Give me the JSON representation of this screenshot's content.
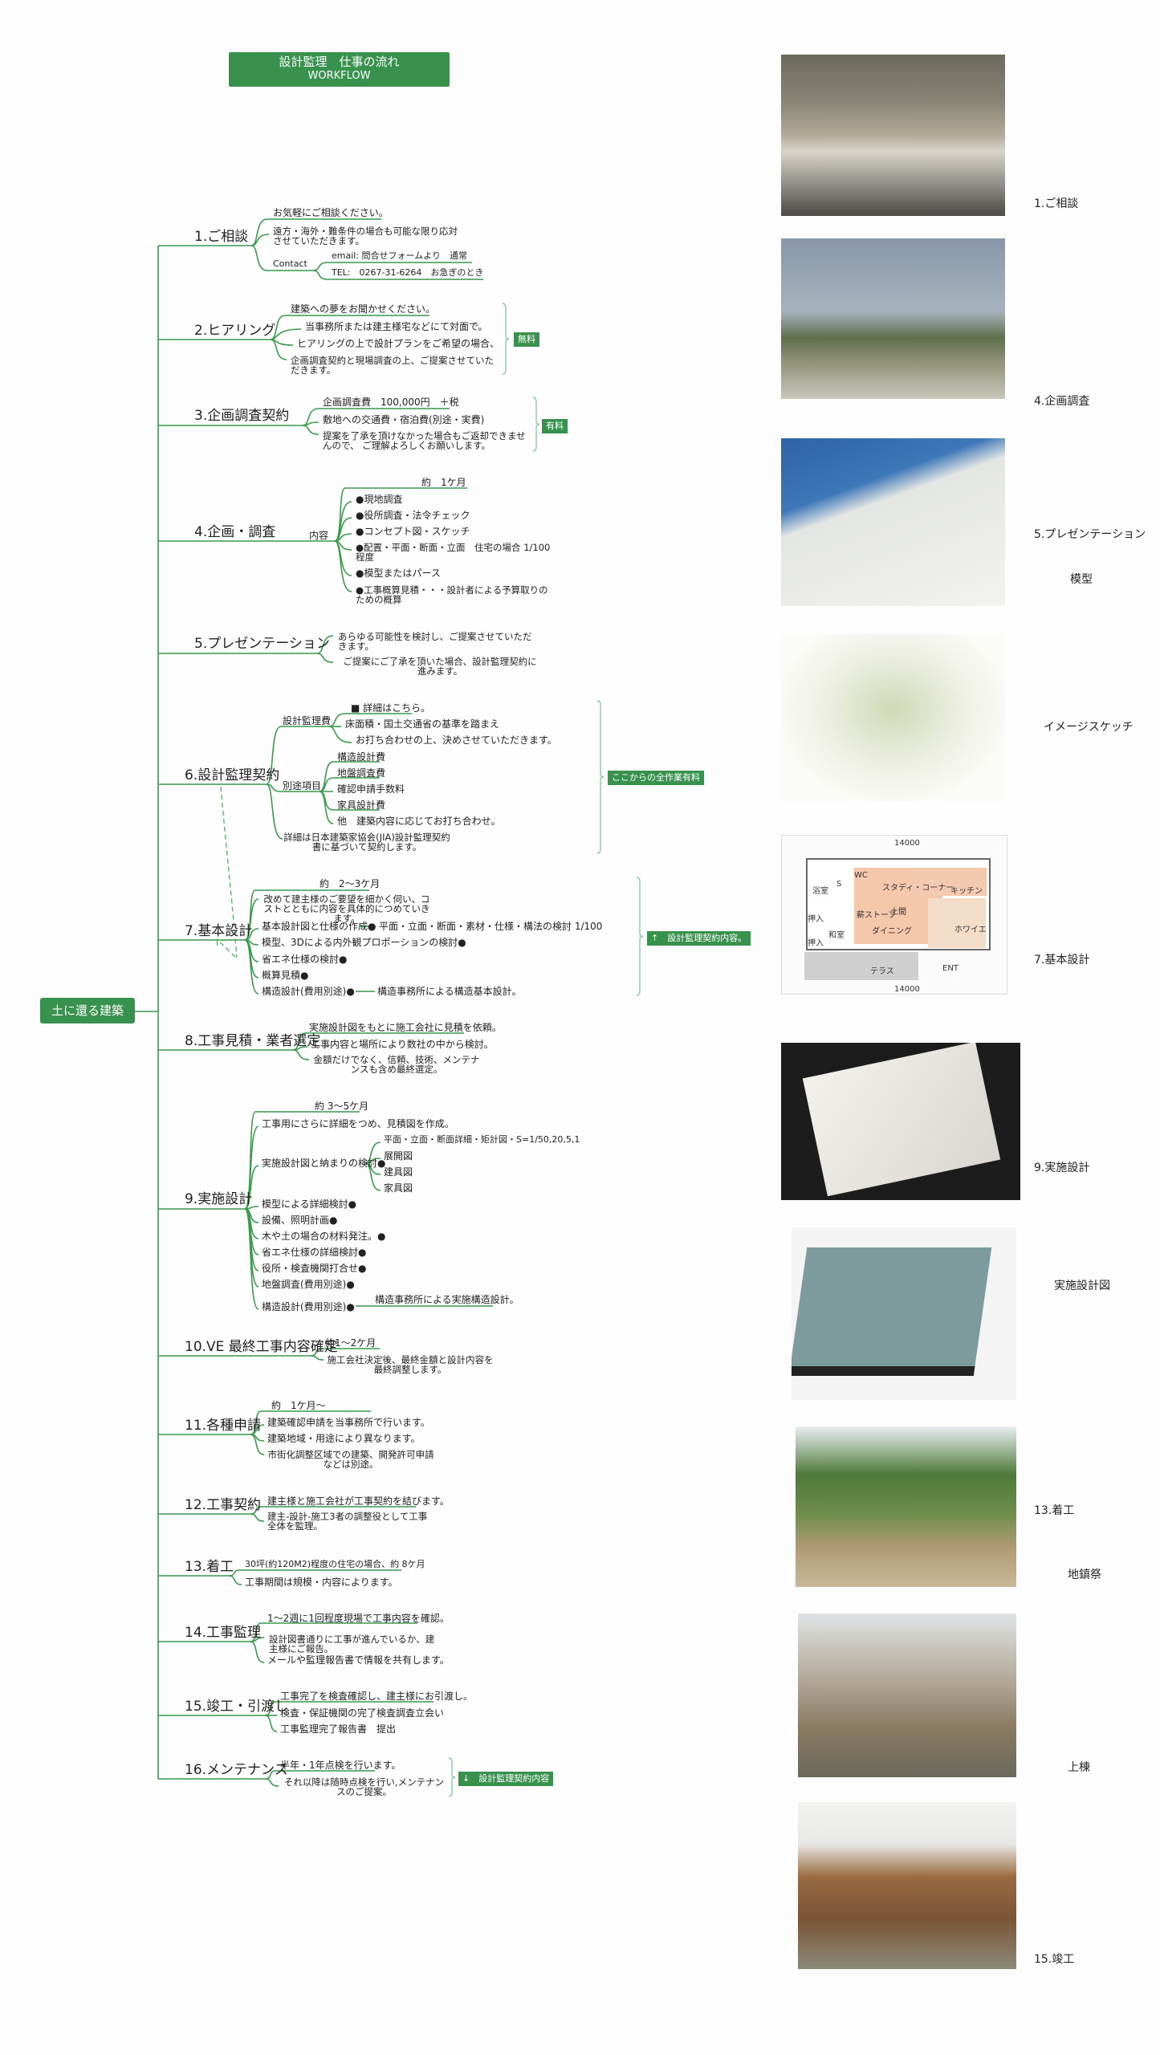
{
  "header": {
    "title": "設計監理　仕事の流れ",
    "subtitle": "WORKFLOW"
  },
  "root": "土に還る建築",
  "sections": [
    {
      "label": "1.ご相談",
      "items": [
        "お気軽にご相談ください。",
        "遠方・海外・難条件の場合も可能な限り応対させていただきます。",
        "Contact",
        "email:  問合せフォームより　通常",
        "TEL:　0267-31-6264　お急ぎのとき"
      ]
    },
    {
      "label": "2.ヒアリング",
      "items": [
        "建築への夢をお聞かせください。",
        "当事務所または建主様宅などにて対面で。",
        "ヒアリングの上で設計プランをご希望の場合、",
        "企画調査契約と現場調査の上、ご提案させていただきます。"
      ],
      "badge": "無料"
    },
    {
      "label": "3.企画調査契約",
      "items": [
        "企画調査費　100,000円　＋税",
        "敷地への交通費・宿泊費(別途・実費)",
        "提案を了承を頂けなかった場合もご返却できませんので、 ご理解よろしくお願いします。"
      ],
      "badge": "有料"
    },
    {
      "label": "4.企画・調査",
      "items": [
        "内容",
        "約　1ケ月",
        "●現地調査",
        "●役所調査・法令チェック",
        "●コンセプト図・スケッチ",
        "●配置・平面・断面・立面　住宅の場合 1/100　程度",
        "●模型またはパース",
        "●工事概算見積・・・設計者による予算取りのための概算"
      ]
    },
    {
      "label": "5.プレゼンテーション",
      "items": [
        "あらゆる可能性を検討し、ご提案させていただきます。",
        "ご提案にご了承を頂いた場合、設計監理契約に進みます。"
      ]
    },
    {
      "label": "6.設計監理契約",
      "items": [
        "設計監理費",
        "■ 詳細はこちら。",
        "床面積・国土交通省の基準を踏まえ",
        "お打ち合わせの上、決めさせていただきます。",
        "別途項目",
        "構造設計費",
        "地盤調査費",
        "確認申請手数料",
        "家具設計費",
        "他　建築内容に応じてお打ち合わせ。",
        "詳細は日本建築家協会(JIA)設計監理契約書に基づいて契約します。"
      ],
      "badge": "ここからの全作業有料"
    },
    {
      "label": "7.基本設計",
      "items": [
        "約　2〜3ケ月",
        "改めて建主様のご要望を細かく伺い、コストとともに内容を具体的につめていきます。",
        "基本設計図と仕様の作成●",
        "平面・立面・断面・素材・仕様・構法の検討 1/100",
        "模型、3Dによる内外観プロポーションの検討●",
        "省エネ仕様の検討●",
        "概算見積●",
        "構造設計(費用別途)●",
        "構造事務所による構造基本設計。"
      ],
      "badge": "↑　設計監理契約内容。"
    },
    {
      "label": "8.工事見積・業者選定",
      "items": [
        "実施設計図をもとに施工会社に見積を依頼。",
        "工事内容と場所により数社の中から検討。",
        "金額だけでなく、信頼、技術、メンテナンスも含め最終選定。"
      ]
    },
    {
      "label": "9.実施設計",
      "items": [
        "約 3〜5ケ月",
        "工事用にさらに詳細をつめ、見積図を作成。",
        "実施設計図と納まりの検討●",
        "平面・立面・断面詳細・矩計図・S=1/50,20,5,1",
        "展開図",
        "建具図",
        "家具図",
        "模型による詳細検討●",
        "設備、照明計画●",
        "木や土の場合の材料発注。●",
        "省エネ仕様の詳細検討●",
        "役所・検査機関打合せ●",
        "地盤調査(費用別途)●",
        "構造設計(費用別途)●",
        "構造事務所による実施構造設計。"
      ]
    },
    {
      "label": "10.VE 最終工事内容確定",
      "items": [
        "約1〜2ケ月",
        "施工会社決定後、最終金額と設計内容を最終調整します。"
      ]
    },
    {
      "label": "11.各種申請",
      "items": [
        "約　1ケ月〜",
        "建築確認申請を当事務所で行います。",
        "建築地域・用途により異なります。",
        "市街化調整区域での建築、開発許可申請などは別途。"
      ]
    },
    {
      "label": "12.工事契約",
      "items": [
        "建主様と施工会社が工事契約を結びます。",
        "建主-設計-施工3者の調整役として工事全体を監理。"
      ]
    },
    {
      "label": "13.着工",
      "items": [
        "30坪(約120M2)程度の住宅の場合、約 8ケ月",
        "工事期間は規模・内容によります。"
      ]
    },
    {
      "label": "14.工事監理",
      "items": [
        "1〜2週に1回程度現場で工事内容を確認。",
        "設計図書通りに工事が進んでいるか、建主様にご報告。",
        "メールや監理報告書で情報を共有します。"
      ]
    },
    {
      "label": "15.竣工・引渡し",
      "items": [
        "工事完了を検査確認し、建主様にお引渡し。",
        "検査・保証機関の完了検査調査立会い",
        "工事監理完了報告書　提出"
      ]
    },
    {
      "label": "16.メンテナンス",
      "items": [
        "半年・1年点検を行います。",
        "それ以降は随時点検を行い,メンテナンスのご提案。"
      ],
      "badge": "↓　設計監理契約内容"
    }
  ],
  "captions": [
    "1.ご相談",
    "4.企画調査",
    "5.プレゼンテーション",
    "模型",
    "イメージスケッチ",
    "7.基本設計",
    "9.実施設計",
    "実施設計図",
    "13.着工",
    "地鎮祭",
    "上棟",
    "15.竣工"
  ],
  "floor_plan": {
    "rooms": [
      "浴室",
      "S",
      "WC",
      "スタディ・コーナー",
      "キッチン",
      "薪ストーブ",
      "土間",
      "ダイニング",
      "ホワイエ",
      "押入",
      "和室",
      "押入",
      "テラス",
      "ENT"
    ],
    "dimension": "14000"
  },
  "colors": {
    "green": "#38924e",
    "line": "#3a9a4e",
    "brace": "#8ccaa2"
  }
}
